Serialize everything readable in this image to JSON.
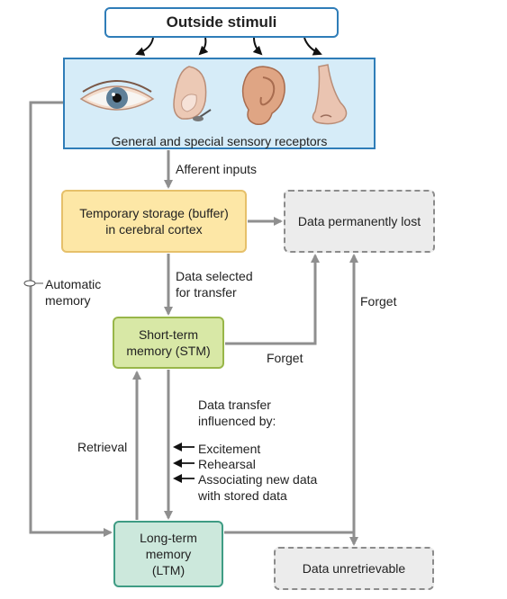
{
  "boxes": {
    "stimuli": "Outside stimuli",
    "receptors": "General and special sensory receptors",
    "temporary": "Temporary storage (buffer) in cerebral cortex",
    "lost": "Data permanently lost",
    "stm": "Short-term memory (STM)",
    "ltm": "Long-term memory (LTM)",
    "unretrievable": "Data unretrievable"
  },
  "labels": {
    "afferent": "Afferent inputs",
    "selected": "Data selected for transfer",
    "forget_stm": "Forget",
    "forget_ltm": "Forget",
    "automatic": "Automatic memory",
    "retrieval": "Retrieval",
    "transfer_heading": "Data transfer influenced by:",
    "factors": [
      "Excitement",
      "Rehearsal",
      "Associating new data with stored data"
    ]
  },
  "receptor_icons": [
    "eye-icon",
    "fingertip-icon",
    "ear-icon",
    "nose-icon"
  ],
  "colors": {
    "blue_border": "#2f7db8",
    "receptor_fill": "#d6ecf8",
    "temporary_fill": "#fde7a6",
    "stm_fill": "#d8e8a6",
    "ltm_fill": "#cce8dc",
    "lost_fill": "#ececec",
    "arrow": "#8f8f8f"
  }
}
